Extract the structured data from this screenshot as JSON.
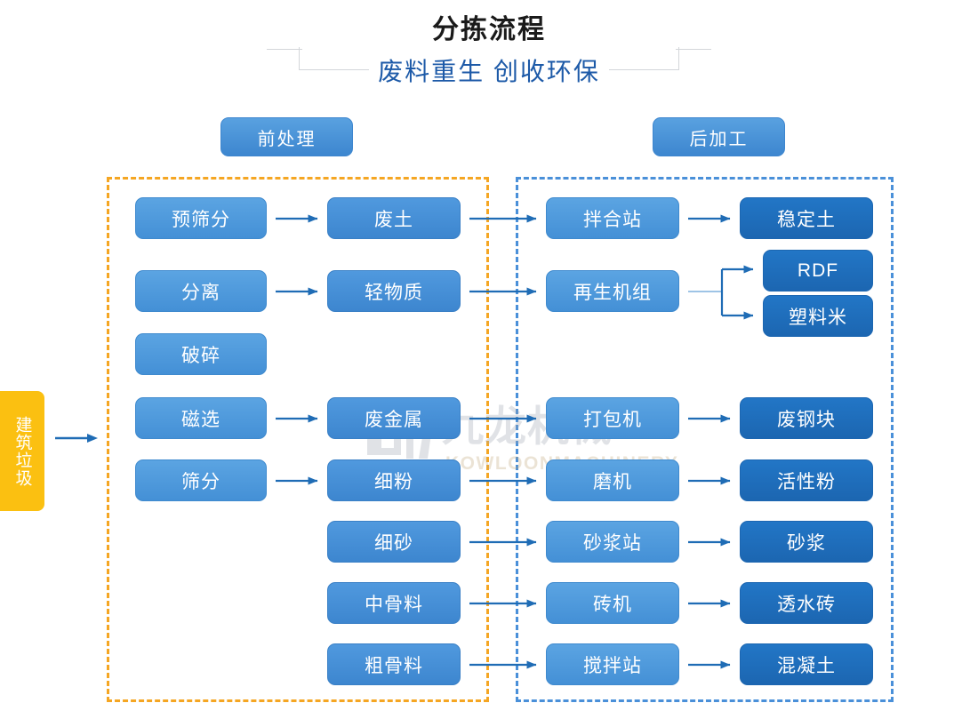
{
  "title": {
    "main": "分拣流程",
    "sub": "废料重生 创收环保"
  },
  "sections": {
    "pre_label": "前处理",
    "post_label": "后加工",
    "pre_border_color": "#f5a623",
    "post_border_color": "#4a90d9"
  },
  "source": {
    "label": "建筑垃圾",
    "color": "#fbc011"
  },
  "colors": {
    "node_light": "#5ba4e2",
    "node_mid": "#4490d6",
    "node_dark": "#1c66b1",
    "arrow": "#1f6cb5",
    "title_sub": "#1d5aa8"
  },
  "nodes": {
    "pre_process": [
      {
        "label": "预筛分"
      },
      {
        "label": "分离"
      },
      {
        "label": "破碎"
      },
      {
        "label": "磁选"
      },
      {
        "label": "筛分"
      }
    ],
    "pre_output": [
      {
        "label": "废土"
      },
      {
        "label": "轻物质"
      },
      {
        "label": "废金属"
      },
      {
        "label": "细粉"
      },
      {
        "label": "细砂"
      },
      {
        "label": "中骨料"
      },
      {
        "label": "粗骨料"
      }
    ],
    "post_process": [
      {
        "label": "拌合站"
      },
      {
        "label": "再生机组"
      },
      {
        "label": "打包机"
      },
      {
        "label": "磨机"
      },
      {
        "label": "砂浆站"
      },
      {
        "label": "砖机"
      },
      {
        "label": "搅拌站"
      }
    ],
    "post_output": [
      {
        "label": "稳定土"
      },
      {
        "label": "RDF"
      },
      {
        "label": "塑料米"
      },
      {
        "label": "废钢块"
      },
      {
        "label": "活性粉"
      },
      {
        "label": "砂浆"
      },
      {
        "label": "透水砖"
      },
      {
        "label": "混凝土"
      }
    ]
  },
  "watermark": {
    "cn": "九龙机械",
    "en": "KOWLOONMACHINERY"
  }
}
